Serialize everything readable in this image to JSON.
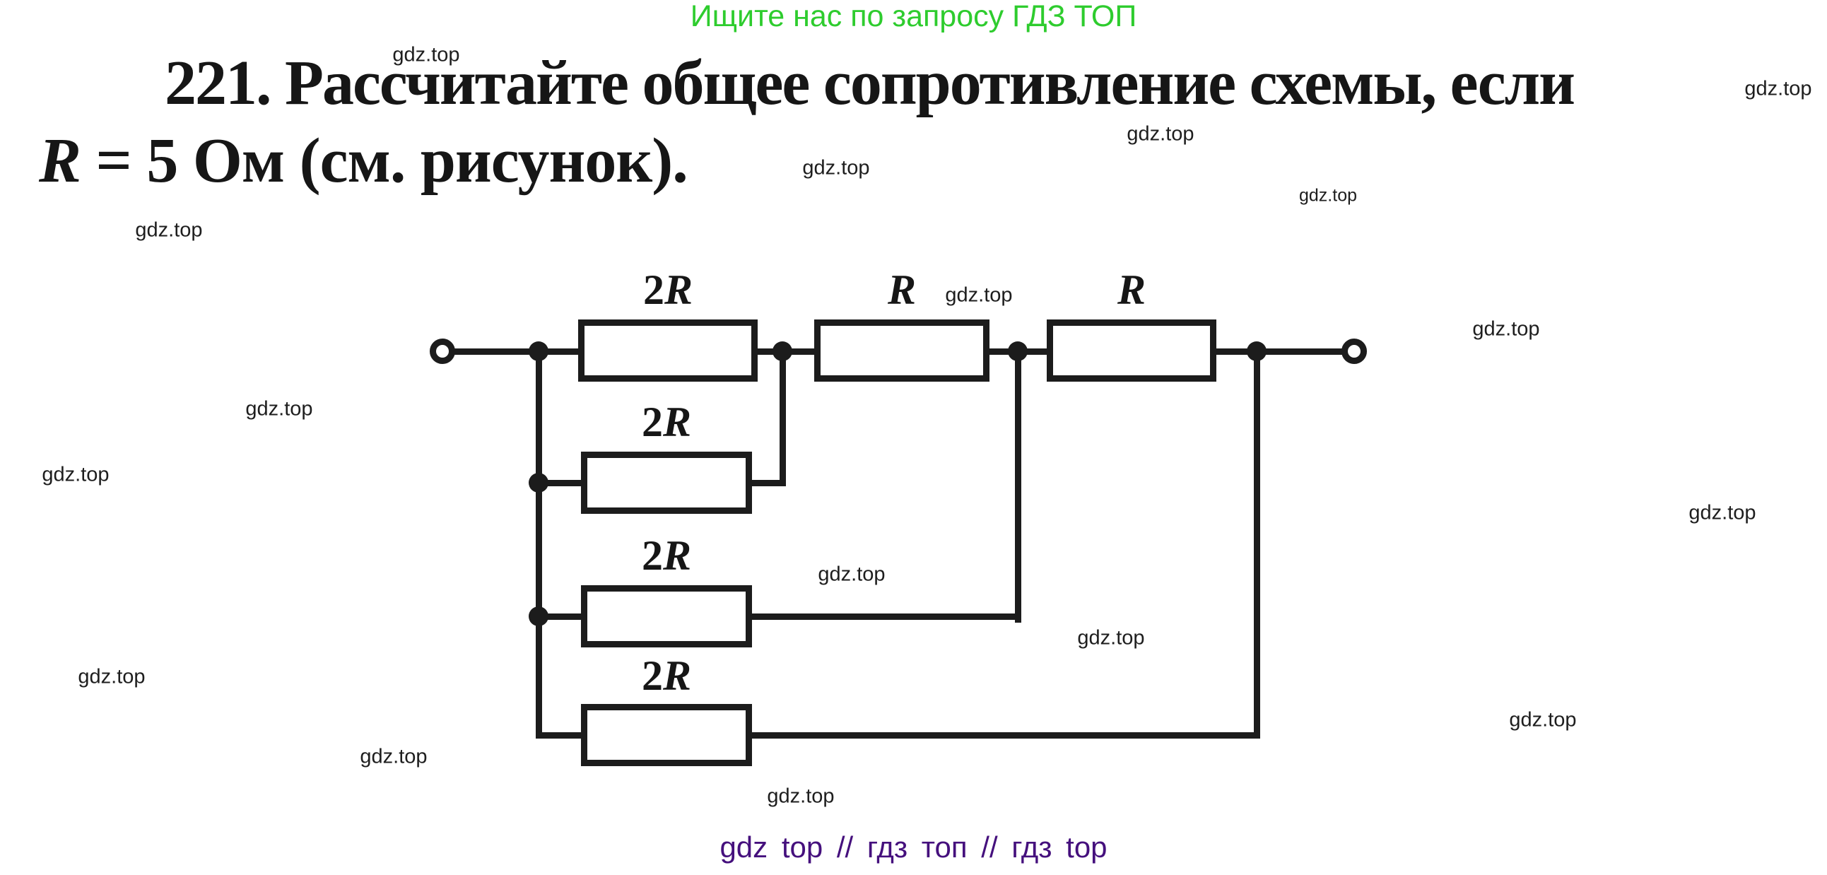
{
  "promo": {
    "text": "Ищите нас по запросу ГДЗ ТОП",
    "color": "#2ecc2e"
  },
  "problem": {
    "line1": "221. Рассчитайте общее сопротивление схемы, если",
    "symbol": "R",
    "line2_rest": " = 5 Ом (см. рисунок)."
  },
  "circuit": {
    "description": "Two terminals; series chain of three resistors (2R, R, R) on top rail; three additional 2R branches in parallel: branch 2 spans input node to node after first 2R, branch 3 spans input node to node after first R, branch 4 spans input node to node after second R",
    "resistors": [
      {
        "position": "top-row-1",
        "prefix": "2",
        "symbol": "R"
      },
      {
        "position": "top-row-2",
        "prefix": "",
        "symbol": "R"
      },
      {
        "position": "top-row-3",
        "prefix": "",
        "symbol": "R"
      },
      {
        "position": "parallel-branch-2",
        "prefix": "2",
        "symbol": "R"
      },
      {
        "position": "parallel-branch-3",
        "prefix": "2",
        "symbol": "R"
      },
      {
        "position": "parallel-branch-4",
        "prefix": "2",
        "symbol": "R"
      }
    ]
  },
  "watermark": {
    "text": "gdz.top",
    "count": 17
  },
  "footer": {
    "text": "gdz top // гдз топ // гдз top",
    "color": "#45107d"
  },
  "ink_color": "#1c1c1c"
}
